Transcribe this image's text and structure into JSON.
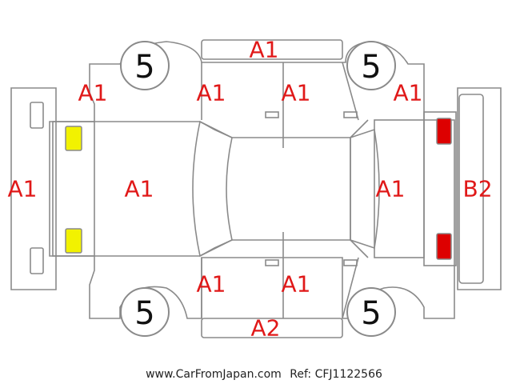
{
  "panels": {
    "roof_top_strip": "A1",
    "front_left_corner": "A1",
    "front_left_door": "A1",
    "rear_left_door": "A1",
    "rear_left_corner": "A1",
    "front_bumper": "A1",
    "hood": "A1",
    "trunk_lid": "A1",
    "rear_bumper": "B2",
    "front_right_door": "A1",
    "rear_right_door": "A1",
    "bottom_strip": "A2"
  },
  "tires": {
    "front_top": "5",
    "rear_top": "5",
    "front_bottom": "5",
    "rear_bottom": "5"
  },
  "colors": {
    "grade_text": "#e01818",
    "outline": "#8a8a8a",
    "headlight_fill": "#f2f200",
    "taillight_fill": "#dd0000"
  },
  "footer": {
    "site": "www.CarFromJapan.com",
    "ref": "Ref: CFJ1122566"
  }
}
